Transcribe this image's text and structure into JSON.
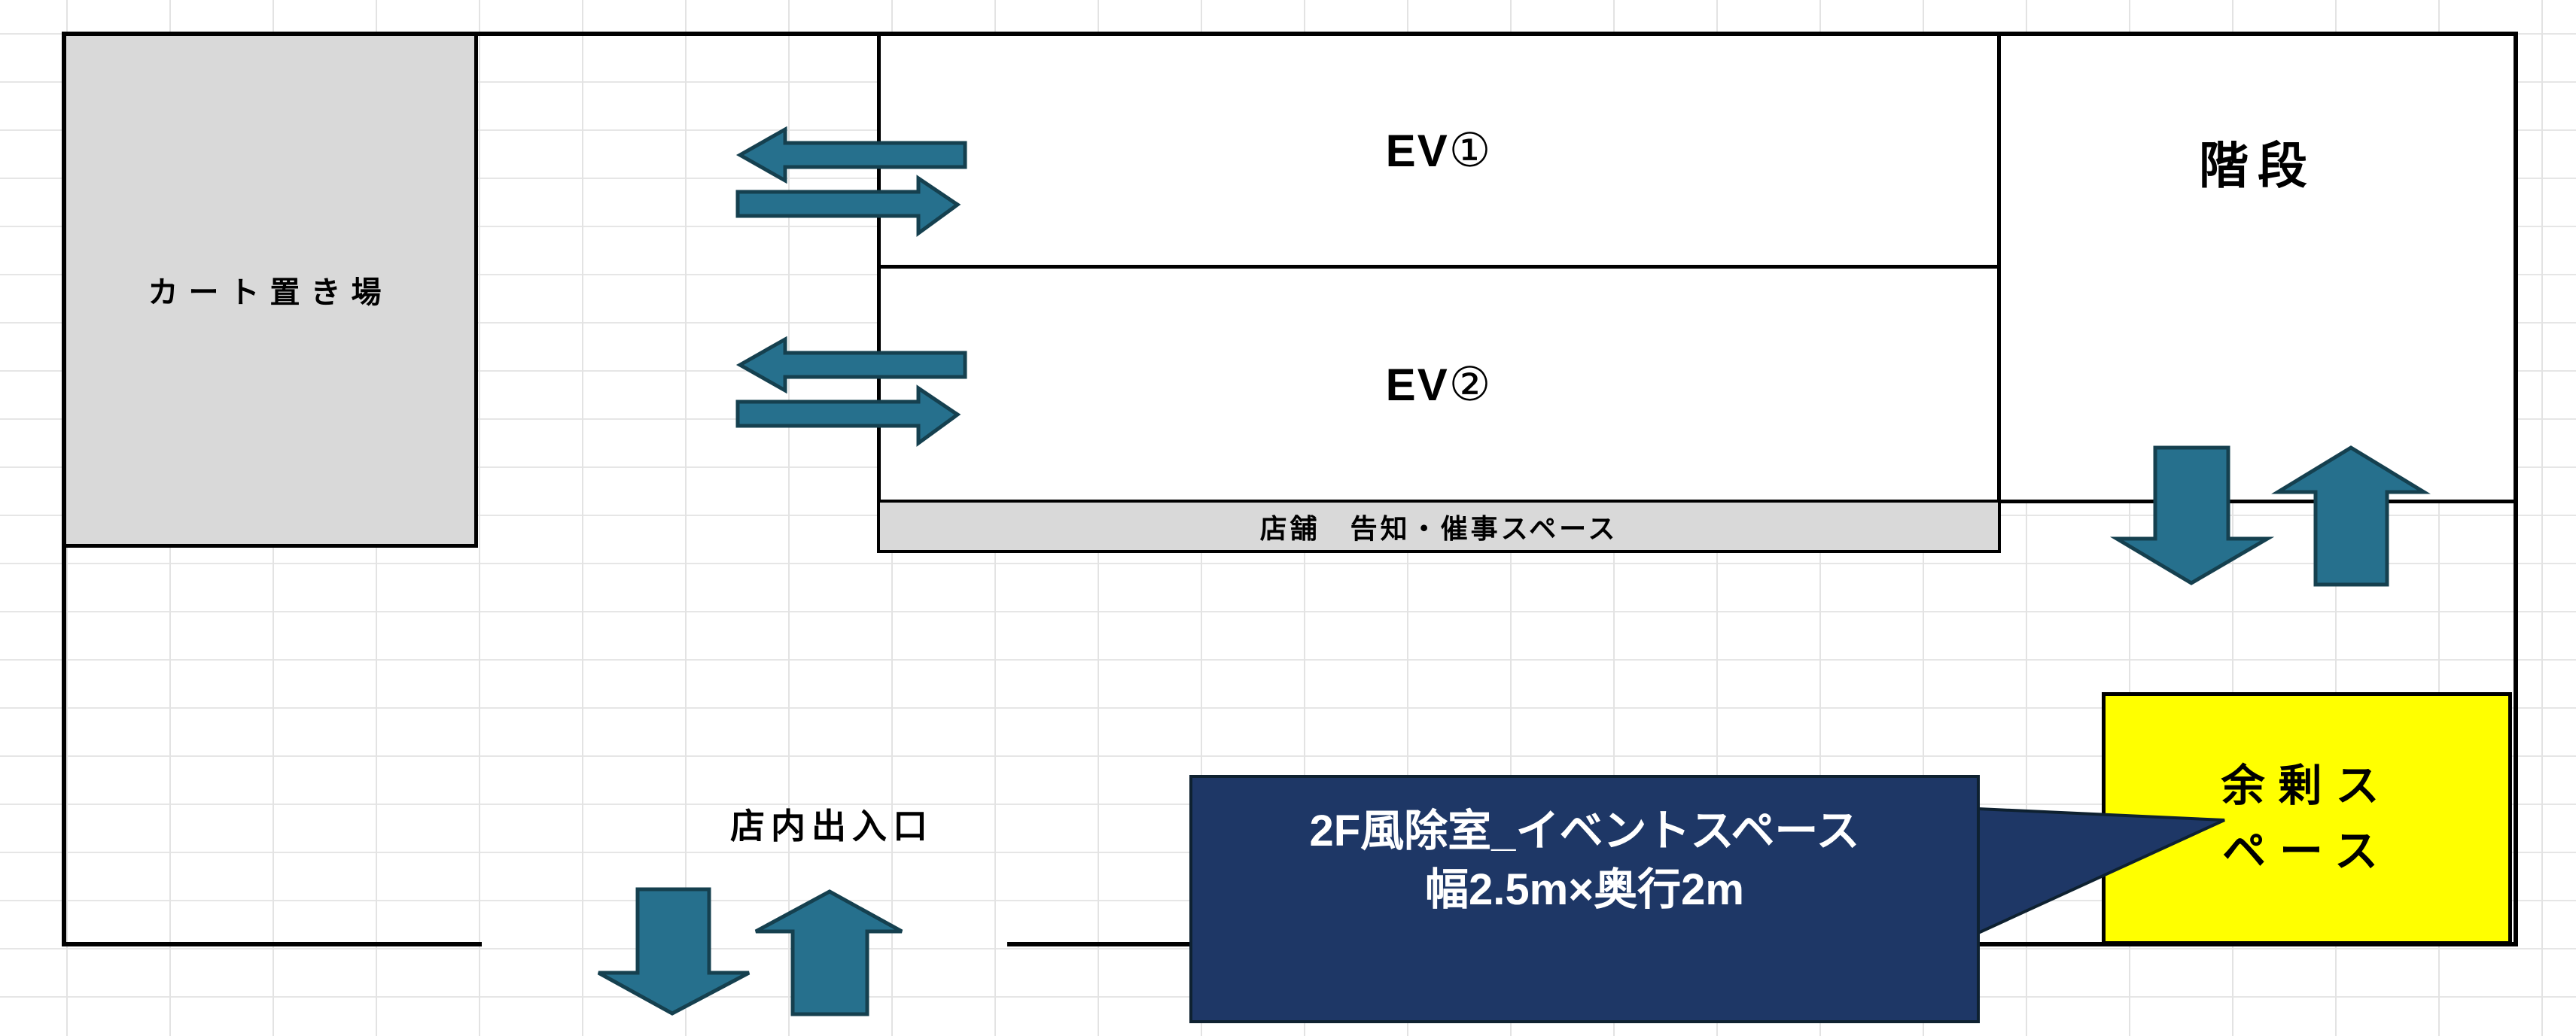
{
  "diagram": {
    "type": "floor-plan",
    "areas": {
      "cart_storage": {
        "label": "カート置き場"
      },
      "elevator1": {
        "prefix": "EV",
        "number": "①"
      },
      "elevator2": {
        "prefix": "EV",
        "number": "②"
      },
      "stairs": {
        "label": "階段"
      },
      "notice_space": {
        "label": "店舗　告知・催事スペース"
      },
      "store_entrance": {
        "label": "店内出入口"
      },
      "surplus_space": {
        "line1": "余剰ス",
        "line2": "ペース"
      }
    },
    "callout": {
      "line1": "2F風除室_イベントスペース",
      "line2": "幅2.5m×奥行2m"
    },
    "colors": {
      "arrow_fill": "#26708d",
      "arrow_outline": "#15404f",
      "callout_bg": "#1e3766",
      "callout_text": "#ffffff",
      "surplus_bg": "#ffff00",
      "area_gray": "#d9d9d9",
      "wall": "#000000",
      "grid_line": "#e3e3e3"
    }
  }
}
